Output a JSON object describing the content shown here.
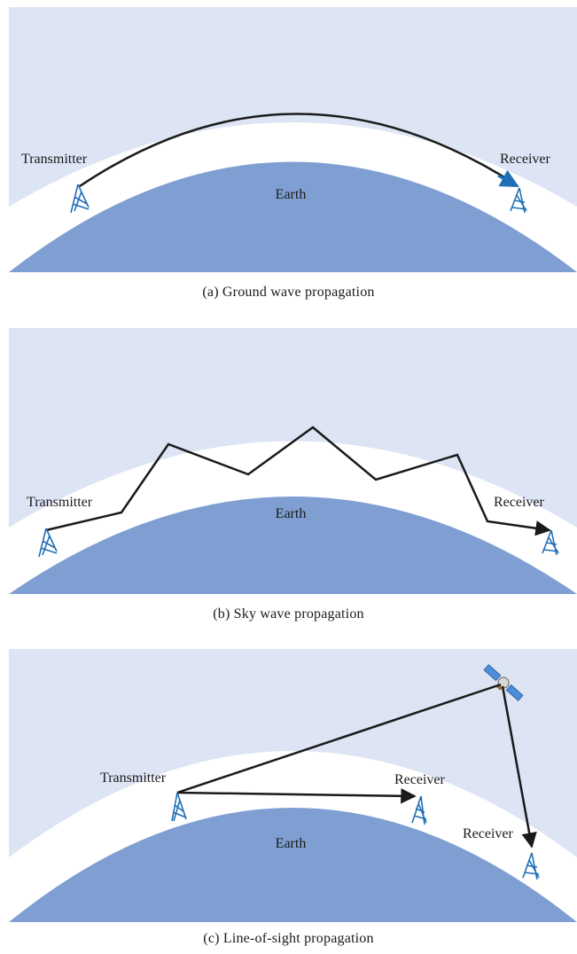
{
  "colors": {
    "sky": "#dde4f4",
    "atmosphere_gap": "#ffffff",
    "earth": "#7f9fd3",
    "antenna": "#1f6fb6",
    "path": "#1a1a1a",
    "satellite_panel": "#4c8fd6"
  },
  "panels": {
    "a": {
      "transmitter": "Transmitter",
      "receiver": "Receiver",
      "earth": "Earth",
      "caption": "(a) Ground wave propagation"
    },
    "b": {
      "transmitter": "Transmitter",
      "receiver": "Receiver",
      "earth": "Earth",
      "caption": "(b) Sky wave propagation"
    },
    "c": {
      "transmitter": "Transmitter",
      "receiver_near": "Receiver",
      "receiver_far": "Receiver",
      "earth": "Earth",
      "caption": "(c) Line-of-sight propagation"
    }
  },
  "icons": {
    "antenna": "antenna-tower-icon",
    "satellite": "satellite-icon"
  }
}
